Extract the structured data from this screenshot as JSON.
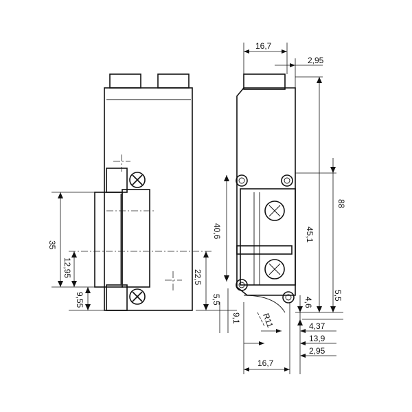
{
  "drawing": {
    "dimensions": {
      "top_width": "16,7",
      "top_offset": "2,95",
      "total_height": "88",
      "height_45": "45,1",
      "height_40": "40,6",
      "faceplate_height": "35",
      "faceplate_offset": "12,95",
      "center_height": "22,5",
      "bottom_offset": "9,55",
      "hole_offset_left": "5,5",
      "left_9": "9,1",
      "radius": "R11",
      "right_4": "4,6",
      "right_5": "5,5",
      "depth_437": "4,37",
      "depth_139": "13,9",
      "depth_295": "2,95",
      "bottom_width": "16,7"
    }
  }
}
